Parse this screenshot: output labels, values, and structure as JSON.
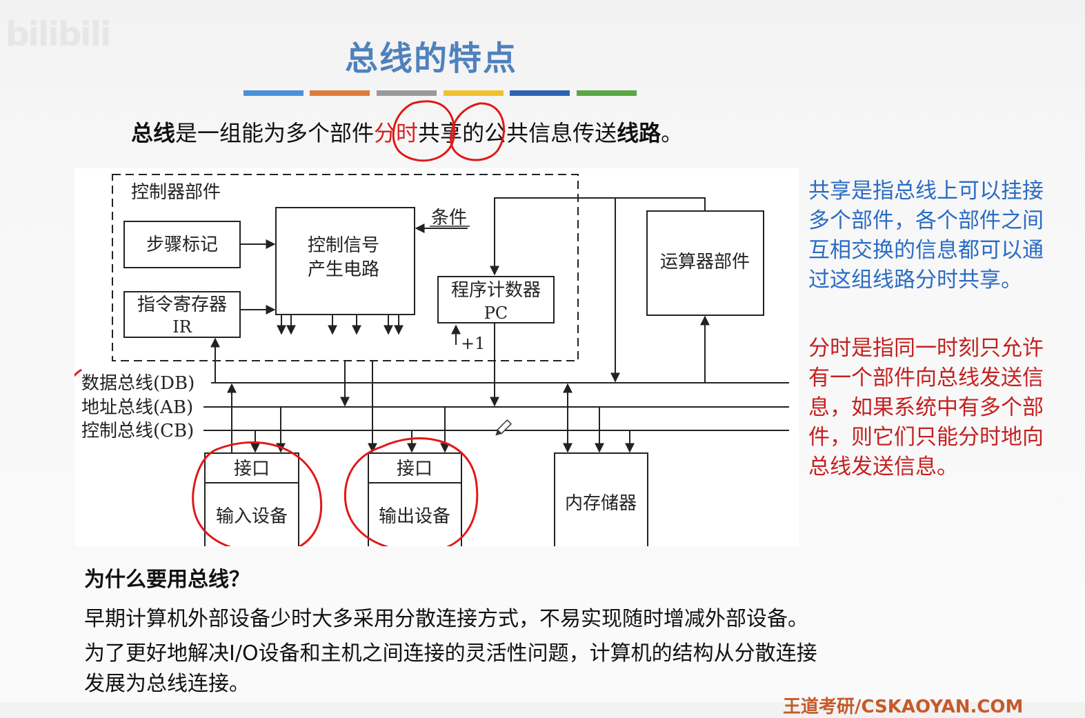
{
  "watermark_logo": "bilibili",
  "title": "总线的特点",
  "title_bar_colors": [
    "#4a90d9",
    "#e07a3a",
    "#9a9a9a",
    "#f0c030",
    "#2e62b4",
    "#5aa845"
  ],
  "definition": {
    "p1": "总线",
    "p2": "是一组能为多个部件",
    "p3": "分时",
    "p4": "共享",
    "p5": "的公共信息传送",
    "p6": "线路",
    "p7": "。"
  },
  "diagram": {
    "controller_label": "控制器部件",
    "step_marker": "步骤标记",
    "ir_label": "指令寄存器",
    "ir_abbr": "IR",
    "ctrl_gen_line1": "控制信号",
    "ctrl_gen_line2": "产生电路",
    "condition": "条件",
    "pc_label": "程序计数器",
    "pc_abbr": "PC",
    "plus_one": "+1",
    "alu_label": "运算器部件",
    "bus_db": "数据总线(DB)",
    "bus_ab": "地址总线(AB)",
    "bus_cb": "控制总线(CB)",
    "interface1": "接口",
    "input_device": "输入设备",
    "interface2": "接口",
    "output_device": "输出设备",
    "memory": "内存储器",
    "annotation_color": "#e01818"
  },
  "notes": {
    "sharing": "共享是指总线上可以挂接多个部件，各个部件之间互相交换的信息都可以通过这组线路分时共享。",
    "time_sharing": "分时是指同一时刻只允许有一个部件向总线发送信息，如果系统中有多个部件，则它们只能分时地向总线发送信息。"
  },
  "why": {
    "question": "为什么要用总线？",
    "line1": "早期计算机外部设备少时大多采用分散连接方式，不易实现随时增减外部设备。",
    "line2": "为了更好地解决I/O设备和主机之间连接的灵活性问题，计算机的结构从分散连接",
    "line3": "发展为总线连接。"
  },
  "footer": "王道考研/CSKAOYAN.COM"
}
